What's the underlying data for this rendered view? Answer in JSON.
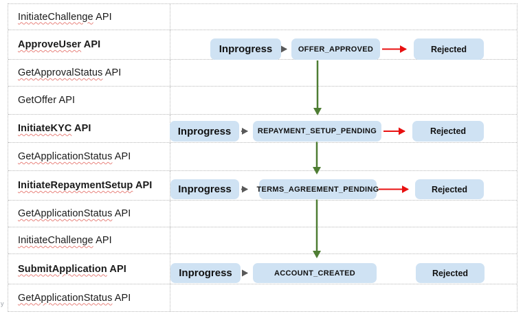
{
  "table": {
    "rows": [
      {
        "word": "InitiateChallenge",
        "suffix": " API",
        "bold": false,
        "misspelled": true
      },
      {
        "word": "ApproveUser",
        "suffix": " API",
        "bold": true,
        "misspelled": true
      },
      {
        "word": "GetApprovalStatus",
        "suffix": " API",
        "bold": false,
        "misspelled": true
      },
      {
        "word": "GetOffer",
        "suffix": " API",
        "bold": false,
        "misspelled": false
      },
      {
        "word": "InitiateKYC",
        "suffix": " API",
        "bold": true,
        "misspelled": true
      },
      {
        "word": "GetApplicationStatus",
        "suffix": " API",
        "bold": false,
        "misspelled": true
      },
      {
        "word": "InitiateRepaymentSetup",
        "suffix": " API",
        "bold": true,
        "misspelled": true
      },
      {
        "word": "GetApplicationStatus",
        "suffix": " API",
        "bold": false,
        "misspelled": true
      },
      {
        "word": "InitiateChallenge",
        "suffix": " API",
        "bold": false,
        "misspelled": true
      },
      {
        "word": "SubmitApplication",
        "suffix": " API",
        "bold": true,
        "misspelled": true
      },
      {
        "word": "GetApplicationStatus",
        "suffix": " API",
        "bold": false,
        "misspelled": true
      }
    ]
  },
  "flows": [
    {
      "start": "Inprogress",
      "state": "OFFER_APPROVED",
      "reject": "Rejected",
      "has_reject_arrow": true
    },
    {
      "start": "Inprogress",
      "state": "REPAYMENT_SETUP_PENDING",
      "reject": "Rejected",
      "has_reject_arrow": true
    },
    {
      "start": "Inprogress",
      "state": "TERMS_AGREEMENT_PENDING",
      "reject": "Rejected",
      "has_reject_arrow": true
    },
    {
      "start": "Inprogress",
      "state": "ACCOUNT_CREATED",
      "reject": "Rejected",
      "has_reject_arrow": false
    }
  ],
  "colors": {
    "box_fill": "#cfe2f3",
    "gray_arrow": "#595959",
    "red_arrow": "#e81010",
    "green_arrow": "#4e7d33",
    "table_border": "#b7b7b7",
    "spellcheck_underline": "#e8837d"
  },
  "page": {
    "stray_text": "y"
  }
}
